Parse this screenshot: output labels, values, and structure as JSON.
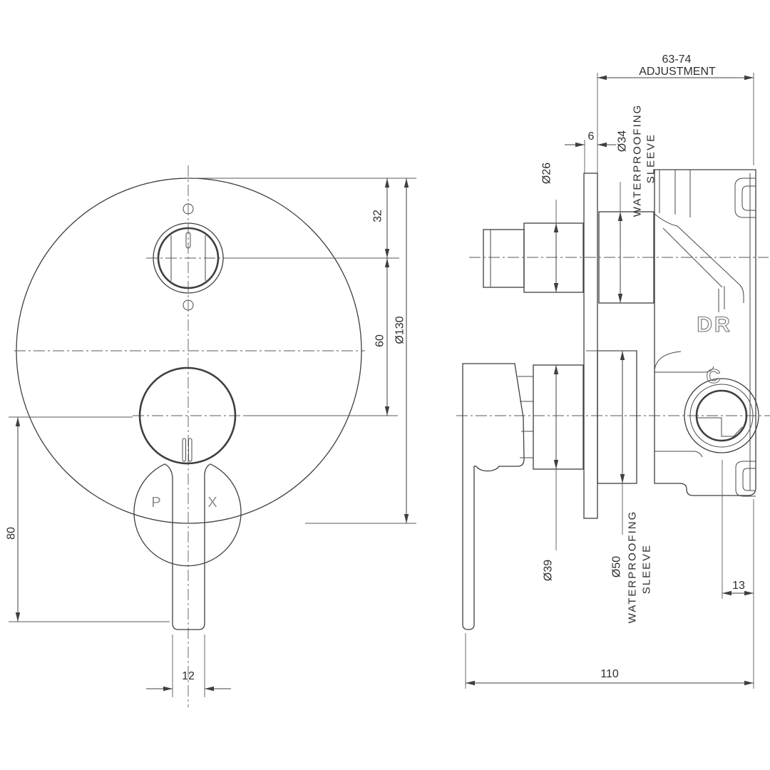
{
  "colors": {
    "background": "#ffffff",
    "line": "#3f3f3f",
    "centerline": "#5a5a5a",
    "label": "#2e2e2e",
    "brand_text": "#8f8f8f",
    "embossed_text": "#707070"
  },
  "front_view": {
    "dims": {
      "top_to_knob": "32",
      "knob_to_handle": "60",
      "plate_diameter": "Ø130",
      "handle_length": "80",
      "lever_width": "12"
    },
    "brand": {
      "left": "P",
      "right": "X"
    }
  },
  "side_view": {
    "dims": {
      "adjustment_range": "63-74",
      "adjustment_word": "ADJUSTMENT",
      "plate_thickness": "6",
      "knob_diameter": "Ø26",
      "upper_sleeve_diameter": "Ø34",
      "upper_sleeve_word1": "WATERPROOFING",
      "upper_sleeve_word2": "SLEEVE",
      "handle_base_diameter": "Ø39",
      "lower_sleeve_diameter": "Ø50",
      "lower_sleeve_word1": "WATERPROOFING",
      "lower_sleeve_word2": "SLEEVE",
      "outlet_offset": "13",
      "overall_depth": "110"
    },
    "markings": {
      "top": "DR",
      "bottom": "C"
    }
  }
}
